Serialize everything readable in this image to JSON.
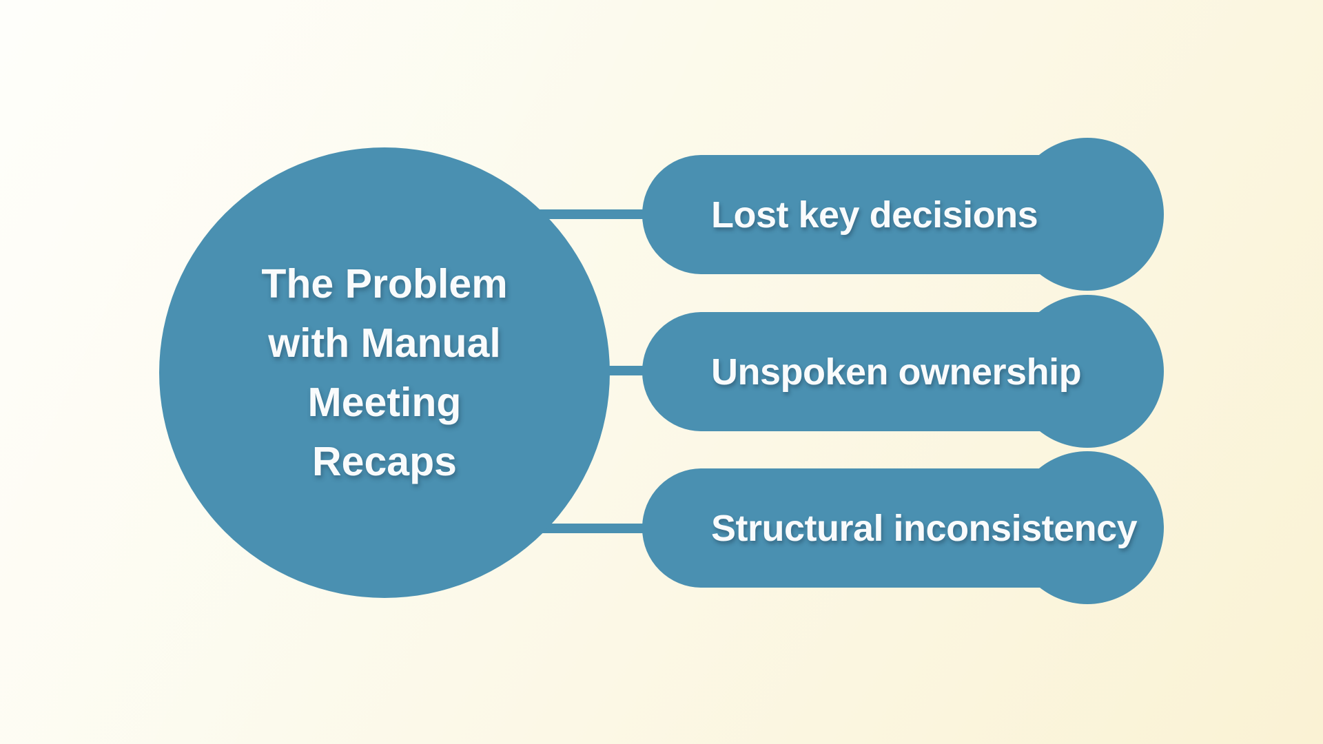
{
  "diagram": {
    "central_title_lines": [
      "The Problem",
      "with Manual",
      "Meeting",
      "Recaps"
    ],
    "branches": [
      {
        "label": "Lost key decisions"
      },
      {
        "label": "Unspoken ownership"
      },
      {
        "label": "Structural inconsistency"
      }
    ],
    "colors": {
      "node_blue": "#4a90b1",
      "label_text": "#f9fbfc",
      "background_top_left": "#fdfdf4",
      "background_bottom_right": "#faf2d4"
    }
  }
}
